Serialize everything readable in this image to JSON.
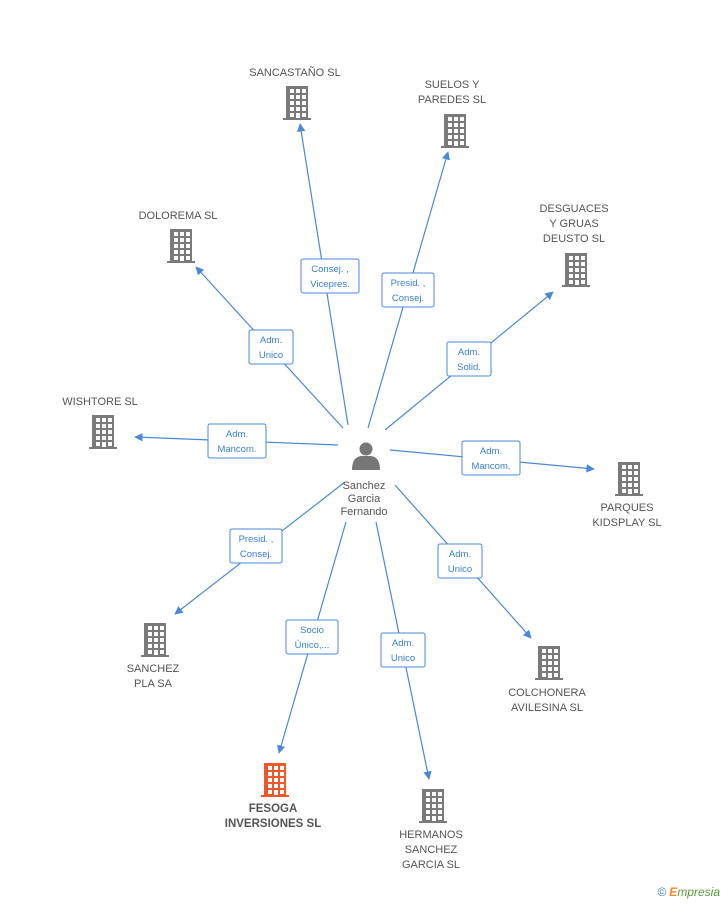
{
  "center": {
    "name_lines": [
      "Sanchez",
      "Garcia",
      "Fernando"
    ],
    "icon": "person-icon"
  },
  "nodes": [
    {
      "id": "sancastano",
      "lines": [
        "SANCASTAÑO SL"
      ],
      "icon": "building-icon",
      "highlight": false,
      "edge_lines": [
        "Consej. ,",
        "Vicepres."
      ]
    },
    {
      "id": "suelos",
      "lines": [
        "SUELOS Y",
        "PAREDES SL"
      ],
      "icon": "building-icon",
      "highlight": false,
      "edge_lines": [
        "Presid. ,",
        "Consej."
      ]
    },
    {
      "id": "desguaces",
      "lines": [
        "DESGUACES",
        "Y GRUAS",
        "DEUSTO SL"
      ],
      "icon": "building-icon",
      "highlight": false,
      "edge_lines": [
        "Adm.",
        "Solid."
      ]
    },
    {
      "id": "dolorema",
      "lines": [
        "DOLOREMA SL"
      ],
      "icon": "building-icon",
      "highlight": false,
      "edge_lines": [
        "Adm.",
        "Unico"
      ]
    },
    {
      "id": "wishtore",
      "lines": [
        "WISHTORE  SL"
      ],
      "icon": "building-icon",
      "highlight": false,
      "edge_lines": [
        "Adm.",
        "Mancom."
      ]
    },
    {
      "id": "parques",
      "lines": [
        "PARQUES",
        "KIDSPLAY  SL"
      ],
      "icon": "building-icon",
      "highlight": false,
      "edge_lines": [
        "Adm.",
        "Mancom."
      ]
    },
    {
      "id": "sanchezpla",
      "lines": [
        "SANCHEZ",
        "PLA SA"
      ],
      "icon": "building-icon",
      "highlight": false,
      "edge_lines": [
        "Presid. ,",
        "Consej."
      ]
    },
    {
      "id": "colchonera",
      "lines": [
        "COLCHONERA",
        "AVILESINA SL"
      ],
      "icon": "building-icon",
      "highlight": false,
      "edge_lines": [
        "Adm.",
        "Unico"
      ]
    },
    {
      "id": "fesoga",
      "lines": [
        "FESOGA",
        "INVERSIONES SL"
      ],
      "icon": "building-icon",
      "highlight": true,
      "edge_lines": [
        "Socio",
        "Único,..."
      ]
    },
    {
      "id": "hermanos",
      "lines": [
        "HERMANOS",
        "SANCHEZ",
        "GARCIA SL"
      ],
      "icon": "building-icon",
      "highlight": false,
      "edge_lines": [
        "Adm.",
        "Unico"
      ]
    }
  ],
  "colors": {
    "edge": "#4a88d8",
    "building": "#7a7a7a",
    "building_highlight": "#f0582a",
    "person": "#777777"
  },
  "footer": {
    "copyright_symbol": "©",
    "brand_first": "E",
    "brand_rest": "mpresia"
  }
}
